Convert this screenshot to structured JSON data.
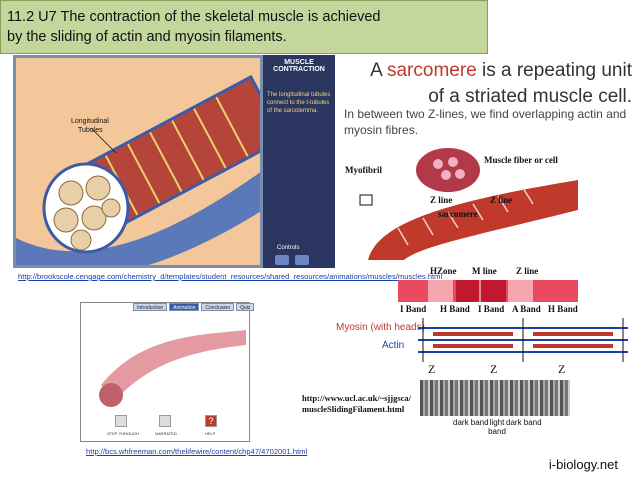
{
  "title": {
    "line1": "11.2 U7  The contraction of the skeletal muscle is achieved",
    "line2": "by the sliding of actin and myosin filaments."
  },
  "animation": {
    "header_line1": "MUSCLE",
    "header_line2": "CONTRACTION",
    "side_text": "The longitudinal tubules connect to the t-tubules of the sarcolemma.",
    "label_longitudinal": "Longitudinal",
    "label_tubules": "Tubules",
    "controls_label": "Controls",
    "link": "http://brookscole.cengage.com/chemistry_d/templates/student_resources/shared_resources/animations/muscles/muscles.html"
  },
  "inset": {
    "tabs": [
      "Introduction",
      "Animation",
      "Conclusion",
      "Quiz"
    ],
    "active_tab": "Animation",
    "buttons": [
      "STEP-THROUGH",
      "NARRATED",
      "HELP"
    ],
    "link": "http://bcs.whfreeman.com/thelifewire/content/chp47/4702001.html"
  },
  "headline": {
    "prefix": "A ",
    "accent": "sarcomere",
    "rest1": " is a repeating unit",
    "line2": "of a striated muscle cell.",
    "sub": "In between two Z-lines, we find overlapping actin and myosin fibres."
  },
  "diagram": {
    "myofibril": "Myofibril",
    "fiber": "Muscle fiber or cell",
    "zline1": "Z line",
    "zline2": "Z line",
    "sarcomere": "sarcomere",
    "hzone": "HZone",
    "mline": "M line",
    "zline3": "Z line",
    "bands": [
      "I Band",
      "H Band",
      "I Band",
      "A Band",
      "H Band"
    ],
    "myosin": "Myosin (with heads)",
    "actin": "Actin",
    "z_marks": [
      "Z",
      "Z",
      "Z"
    ],
    "micro_url_line1": "http://www.ucl.ac.uk/~sjjgsca/",
    "micro_url_line2": "muscleSlidingFilament.html",
    "dark_band1": "dark band",
    "light_band": "light band",
    "dark_band2": "dark band"
  },
  "credit": "i-biology.net",
  "colors": {
    "title_bg": "#c3d69b",
    "accent": "#c0392b",
    "link": "#1a3fa8",
    "myosin": "#c0392b",
    "actin": "#1a3fa8"
  }
}
